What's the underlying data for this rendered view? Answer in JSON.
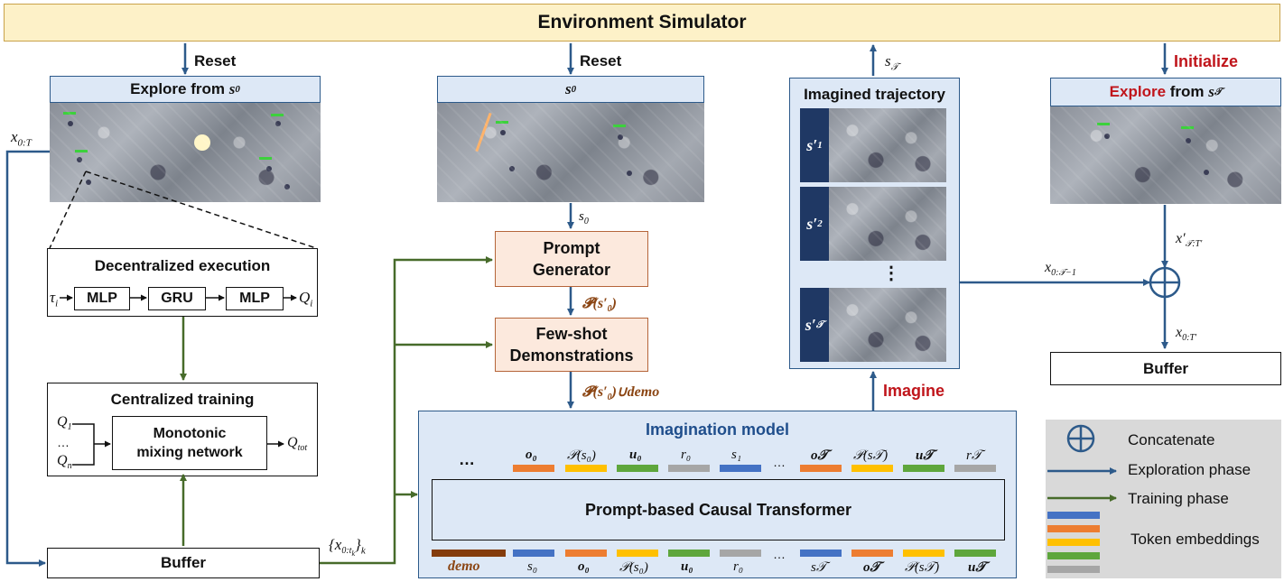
{
  "env_title": "Environment Simulator",
  "labels": {
    "reset_left": "Reset",
    "reset_mid": "Reset",
    "initialize": "Initialize",
    "imagine": "Imagine",
    "s_T_up": "s",
    "x0T_left": "x",
    "s0_small": "s",
    "x_prime": "x′",
    "x0_T_minus1": "x",
    "x0_Tprime": "x",
    "buffer_set": "{x",
    "P_s0": "𝓟(s′",
    "P_s0_demo_a": "𝓟(s′",
    "P_s0_demo_b": ")∪",
    "P_s0_demo_c": "demo"
  },
  "explore_s0": {
    "prefix": "Explore from ",
    "var": "s"
  },
  "explore_sT": {
    "word": "Explore",
    "rest": " from ",
    "var": "s"
  },
  "s0_header": "s",
  "imagined": {
    "title": "Imagined trajectory",
    "rows": [
      "s′",
      "s′",
      "s′"
    ],
    "subs": [
      "1",
      "2",
      "𝒯"
    ],
    "dots": "⋮"
  },
  "decentralized": {
    "title": "Decentralized execution",
    "in": "τ",
    "mlp1": "MLP",
    "gru": "GRU",
    "mlp2": "MLP",
    "out": "Q"
  },
  "centralized": {
    "title": "Centralized training",
    "q1": "Q",
    "dots": "…",
    "qn": "Q",
    "mixing_l1": "Monotonic",
    "mixing_l2": "mixing network",
    "qtot": "Q"
  },
  "buffer_left": "Buffer",
  "buffer_right": "Buffer",
  "prompt_gen": {
    "l1": "Prompt",
    "l2": "Generator"
  },
  "fewshot": {
    "l1": "Few-shot",
    "l2": "Demonstrations"
  },
  "imagination": {
    "title": "Imagination model",
    "transformer": "Prompt-based Causal Transformer",
    "top_tokens": [
      "…",
      "o₀",
      "𝒫(s₀)",
      "u₀",
      "r₀",
      "s₁",
      "…",
      "o𝒯",
      "𝒫(s𝒯)",
      "u𝒯",
      "r𝒯"
    ],
    "bottom_tokens": [
      "demo",
      "s₀",
      "o₀",
      "𝒫(s₀)",
      "u₀",
      "r₀",
      "…",
      "s𝒯",
      "o𝒯",
      "𝒫(s𝒯)",
      "u𝒯"
    ]
  },
  "legend": {
    "concatenate": "Concatenate",
    "exploration": "Exploration phase",
    "training": "Training phase",
    "tokens": "Token embeddings"
  },
  "colors": {
    "env_fill": "#fdf1c8",
    "header_fill": "#dde8f6",
    "orange_fill": "#fce9dd",
    "orange_border": "#b5653a",
    "blue_arrow": "#2d5a8a",
    "green_arrow": "#476b2a",
    "red_text": "#c0151b",
    "brown_text": "#8b4513",
    "token_blue": "#4472c4",
    "token_orange": "#ed7d31",
    "token_yellow": "#ffc000",
    "token_green": "#5ea63c",
    "token_gray": "#a6a6a6",
    "token_brown": "#843c0c"
  }
}
